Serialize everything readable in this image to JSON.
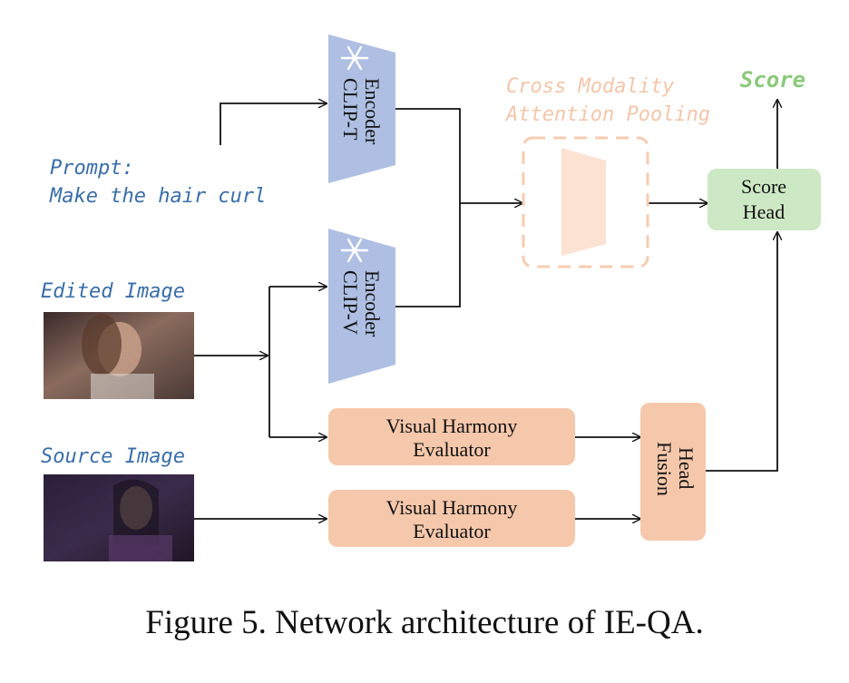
{
  "figure": {
    "caption": "Figure 5. Network architecture of IE-QA."
  },
  "inputs": {
    "prompt_label": "Prompt:",
    "prompt_text": "Make the hair curl",
    "edited_label": "Edited Image",
    "source_label": "Source Image"
  },
  "encoders": {
    "clip_t": {
      "line1": "CLIP-T",
      "line2": "Encoder",
      "icon": "snowflake-icon"
    },
    "clip_v": {
      "line1": "CLIP-V",
      "line2": "Encoder",
      "icon": "snowflake-icon"
    }
  },
  "pooling": {
    "line1": "Cross Modality",
    "line2": "Attention Pooling"
  },
  "evaluators": {
    "top": {
      "line1": "Visual Harmony",
      "line2": "Evaluator"
    },
    "bottom": {
      "line1": "Visual Harmony",
      "line2": "Evaluator"
    }
  },
  "fusion": {
    "line1": "Fusion",
    "line2": "Head"
  },
  "score_head": {
    "line1": "Score",
    "line2": "Head"
  },
  "output": {
    "label": "Score"
  },
  "colors": {
    "encoder_fill": "#aebfe3",
    "evaluator_fill": "#f6c8ab",
    "score_fill": "#cde8c4",
    "pooling_dash": "#f6ccb2",
    "pooling_text": "#f3c6aa",
    "score_text": "#8cc97c",
    "handwriting": "#3a6ea8",
    "arrow": "#111111"
  }
}
